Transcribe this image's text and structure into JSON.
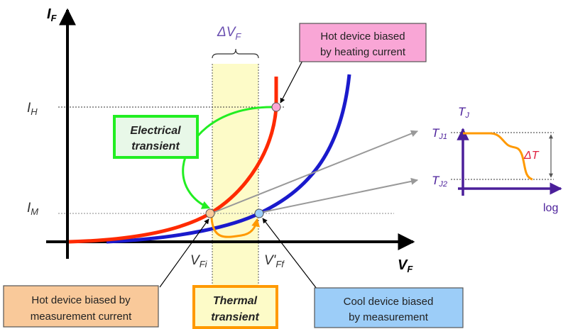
{
  "axes": {
    "y_label_main": "I",
    "y_label_sub": "F",
    "x_label_main": "V",
    "x_label_sub": "F",
    "ih_main": "I",
    "ih_sub": "H",
    "im_main": "I",
    "im_sub": "M",
    "vfi_main": "V",
    "vfi_sub": "Fi",
    "vff_main": "V'",
    "vff_sub": "Ff"
  },
  "delta_vf": {
    "main": "ΔV",
    "sub": "F"
  },
  "callouts": {
    "hot_heating": [
      "Hot device biased",
      "by heating current"
    ],
    "electrical": [
      "Electrical",
      "transient"
    ],
    "hot_measurement": [
      "Hot device biased by",
      "measurement current"
    ],
    "thermal": [
      "Thermal",
      "transient"
    ],
    "cool_measurement": [
      "Cool device biased",
      "by measurement"
    ]
  },
  "inset": {
    "tj_main": "T",
    "tj_sub": "J",
    "tj1_main": "T",
    "tj1_sub": "J1",
    "tj2_main": "T",
    "tj2_sub": "J2",
    "delta_t": "ΔT",
    "x_label": "log"
  },
  "colors": {
    "hot_curve": "#ff2a00",
    "cool_curve": "#1a1acc",
    "electrical": "#22ee22",
    "thermal": "#ff9900",
    "band": "#fdfbc8",
    "inset_axis": "#4b1f9a",
    "pink_box": "#f9a6d6",
    "peach_box": "#f9c99a",
    "blue_box": "#9ccdf8"
  }
}
